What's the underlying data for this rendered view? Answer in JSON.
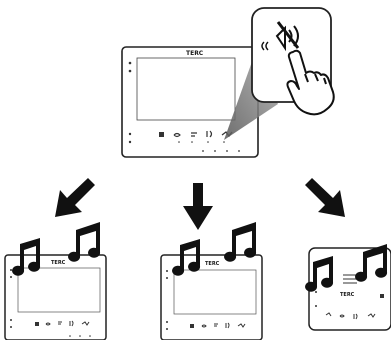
{
  "brand": "TERC",
  "brand_small": "TERC",
  "callout": {
    "icon": "mute-speaker-icon",
    "hand": "pointing-hand-icon"
  },
  "main_device": {
    "buttons": [
      "square-key-icon",
      "key-icon",
      "door-key-icon",
      "speaker-icon",
      "mute-icon"
    ]
  },
  "arrows": [
    "arrow-down-left",
    "arrow-down",
    "arrow-down-right"
  ],
  "results": [
    {
      "name": "result-device-left",
      "notes": 2
    },
    {
      "name": "result-device-center",
      "notes": 2
    },
    {
      "name": "result-device-right",
      "notes": 2
    }
  ]
}
